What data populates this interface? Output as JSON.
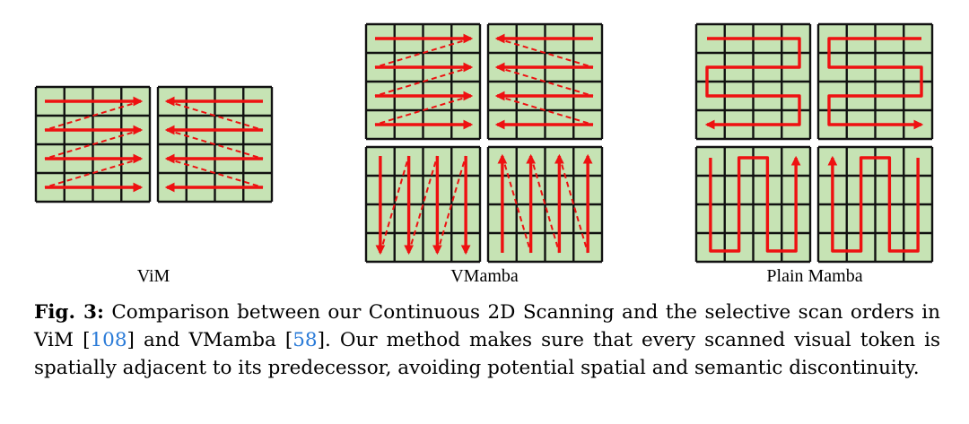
{
  "figure": {
    "panels": [
      {
        "label": "ViM",
        "method": "vim"
      },
      {
        "label": "VMamba",
        "method": "vmamba"
      },
      {
        "label": "Plain Mamba",
        "method": "plainmamba"
      }
    ],
    "grid": {
      "rows": 4,
      "cols": 4
    },
    "colors": {
      "cell_fill": "#c6e3b4",
      "grid_line": "#111111",
      "arrow": "#ee1111"
    }
  },
  "caption": {
    "label": "Fig. 3:",
    "text_1": " Comparison between our Continuous 2D Scanning and the selective scan orders in ViM [",
    "cite_1": "108",
    "text_2": "] and VMamba [",
    "cite_2": "58",
    "text_3": "]. Our method makes sure that every scanned visual token is spatially adjacent to its predecessor, avoiding potential spatial and semantic discontinuity."
  }
}
